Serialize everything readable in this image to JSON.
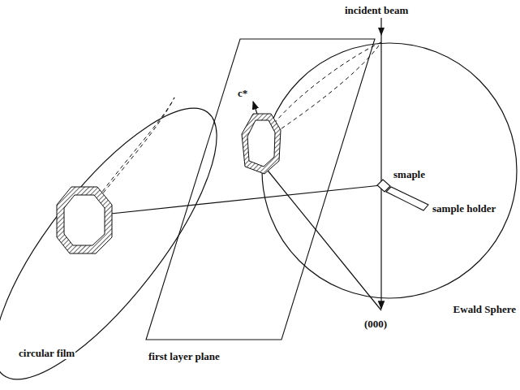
{
  "diagram": {
    "labels": [
      "incident beam",
      "smaple",
      "sample holder",
      "c*",
      "first layer plane",
      "circular film",
      "Ewald Sphere",
      "(000)"
    ]
  }
}
